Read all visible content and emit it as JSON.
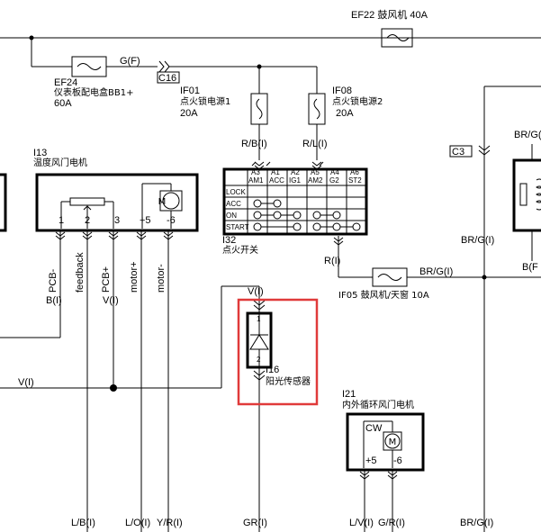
{
  "labels": {
    "ef22": "EF22 鼓风机 40A",
    "gf": "G(F)",
    "c16": "C16",
    "ef24_code": "EF24",
    "ef24_name": "仪表板配电盒BB1+",
    "ef24_amp": "60A",
    "if01_code": "IF01",
    "if01_name": "点火锁电源1",
    "if01_amp": "20A",
    "if08_code": "IF08",
    "if08_name": "点火锁电源2",
    "if08_amp": "20A",
    "rb": "R/B(I)",
    "rl": "R/L(I)",
    "c3": "C3",
    "brg_top": "BR/G(",
    "brg_mid": "BR/G(I)",
    "brf": "B(F",
    "i13_code": "I13",
    "i13_name": "温度风门电机",
    "i32_code": "I32",
    "i32_name": "点火开关",
    "r_i": "R(I)",
    "brg_if05": "BR/G(I)",
    "if05": "IF05 鼓风机/天窗 10A",
    "v_top": "V(I)",
    "v_left": "V(I)",
    "v_pcb": "V(I)",
    "b_pcb": "B(I)",
    "i16_code": "I16",
    "i16_name": "阳光传感器",
    "i21_code": "I21",
    "i21_name": "内外循环风门电机",
    "cw": "CW",
    "m": "M"
  },
  "wire_labels": [
    "PCB-",
    "feedback",
    "PCB+",
    "motor+",
    "motor-"
  ],
  "i13_pins": [
    "1",
    "2",
    "3",
    "+5",
    "-6"
  ],
  "i16_pins": [
    "1",
    "2"
  ],
  "i21_pins": [
    "+5",
    "-6"
  ],
  "switch": {
    "headers_top": [
      "A3",
      "A1",
      "A2",
      "A5",
      "A4",
      "A6"
    ],
    "headers_bottom": [
      "AM1",
      "ACC",
      "IG1",
      "AM2",
      "G2",
      "ST2"
    ],
    "rows": [
      "LOCK",
      "ACC",
      "ON",
      "START"
    ]
  },
  "bottom_labels": [
    "L/B(I)",
    "L/O(I)",
    "Y/R(I)",
    "GR(I)",
    "L/V(I)",
    "G/R(I)",
    "BR/G(I)"
  ],
  "colors": {
    "highlight": "#e03a3a",
    "wire": "#000000",
    "background": "#ffffff"
  }
}
